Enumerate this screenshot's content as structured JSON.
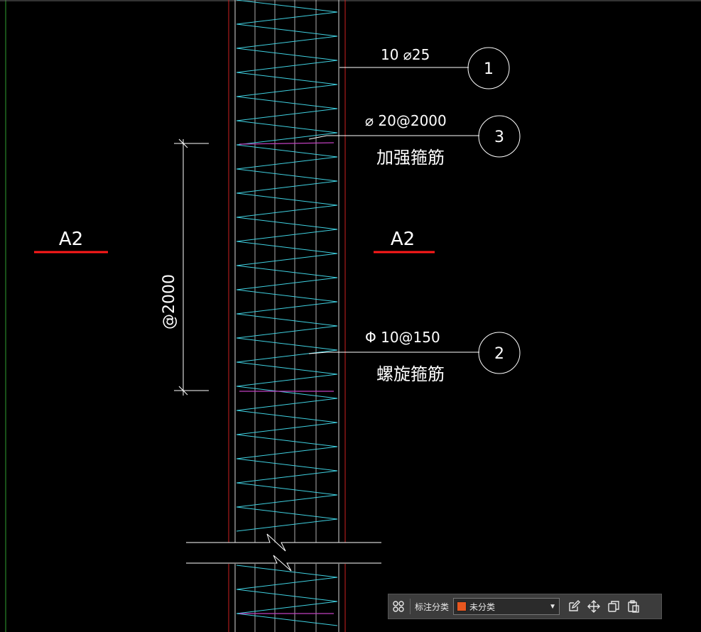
{
  "drawing": {
    "callouts": [
      {
        "number": "1",
        "text": "10 ⌀25",
        "subtext": ""
      },
      {
        "number": "3",
        "text": "⌀ 20@2000",
        "subtext": "加强箍筋"
      },
      {
        "number": "2",
        "text": "Φ 10@150",
        "subtext": "螺旋箍筋"
      }
    ],
    "section_label_left": "A2",
    "section_label_right": "A2",
    "dimension_label": "@2000"
  },
  "toolbar": {
    "label": "标注分类",
    "selected": "未分类",
    "swatch_color": "#e8571f",
    "icons": [
      "grid-icon",
      "edit-icon",
      "move-icon",
      "copy-icon",
      "paste-icon"
    ]
  },
  "colors": {
    "background": "#000000",
    "outline": "#cc2020",
    "spiral": "#3fd0e0",
    "reinforcement": "#c040c0",
    "section_mark": "#ff1a1a",
    "frame_line": "#30a030"
  }
}
